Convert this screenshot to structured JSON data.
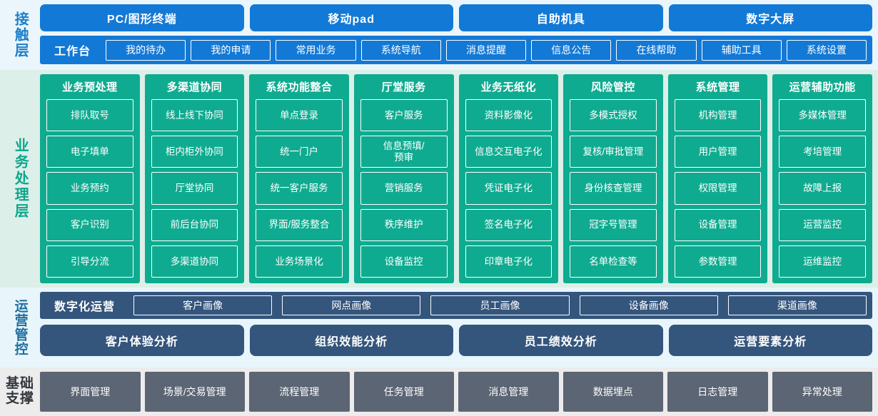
{
  "colors": {
    "contact_band_bg": "#eaf6fb",
    "contact_blue": "#1379d6",
    "business_band_bg": "#dcefe9",
    "business_teal": "#0fab90",
    "ops_band_bg": "#e8f6fc",
    "ops_slate": "#34557c",
    "base_band_bg": "#ececec",
    "base_gray": "#5b6574"
  },
  "contact_layer": {
    "label": "接触层",
    "channels": [
      "PC/图形终端",
      "移动pad",
      "自助机具",
      "数字大屏"
    ],
    "workbench_title": "工作台",
    "workbench_items": [
      "我的待办",
      "我的申请",
      "常用业务",
      "系统导航",
      "消息提醒",
      "信息公告",
      "在线帮助",
      "辅助工具",
      "系统设置"
    ]
  },
  "business_layer": {
    "label": "业务处理层",
    "columns": [
      {
        "title": "业务预处理",
        "items": [
          "排队取号",
          "电子填单",
          "业务预约",
          "客户识别",
          "引导分流"
        ]
      },
      {
        "title": "多渠道协同",
        "items": [
          "线上线下协同",
          "柜内柜外协同",
          "厅堂协同",
          "前后台协同",
          "多渠道协同"
        ]
      },
      {
        "title": "系统功能整合",
        "items": [
          "单点登录",
          "统一门户",
          "统一客户服务",
          "界面/服务整合",
          "业务场景化"
        ]
      },
      {
        "title": "厅堂服务",
        "items": [
          "客户服务",
          "信息预填/\n预审",
          "营销服务",
          "秩序维护",
          "设备监控"
        ]
      },
      {
        "title": "业务无纸化",
        "items": [
          "资料影像化",
          "信息交互电子化",
          "凭证电子化",
          "签名电子化",
          "印章电子化"
        ]
      },
      {
        "title": "风险管控",
        "items": [
          "多模式授权",
          "复核/审批管理",
          "身份核查管理",
          "冠字号管理",
          "名单检查等"
        ]
      },
      {
        "title": "系统管理",
        "items": [
          "机构管理",
          "用户管理",
          "权限管理",
          "设备管理",
          "参数管理"
        ]
      },
      {
        "title": "运营辅助功能",
        "items": [
          "多媒体管理",
          "考培管理",
          "故障上报",
          "运营监控",
          "运维监控"
        ]
      }
    ]
  },
  "ops_layer": {
    "label": "运营管控",
    "digital_ops_title": "数字化运营",
    "portraits": [
      "客户画像",
      "网点画像",
      "员工画像",
      "设备画像",
      "渠道画像"
    ],
    "analysis": [
      "客户体验分析",
      "组织效能分析",
      "员工绩效分析",
      "运营要素分析"
    ]
  },
  "base_layer": {
    "label_line1": "基础",
    "label_line2": "支撑",
    "items": [
      "界面管理",
      "场景/交易管理",
      "流程管理",
      "任务管理",
      "消息管理",
      "数据埋点",
      "日志管理",
      "异常处理"
    ]
  }
}
